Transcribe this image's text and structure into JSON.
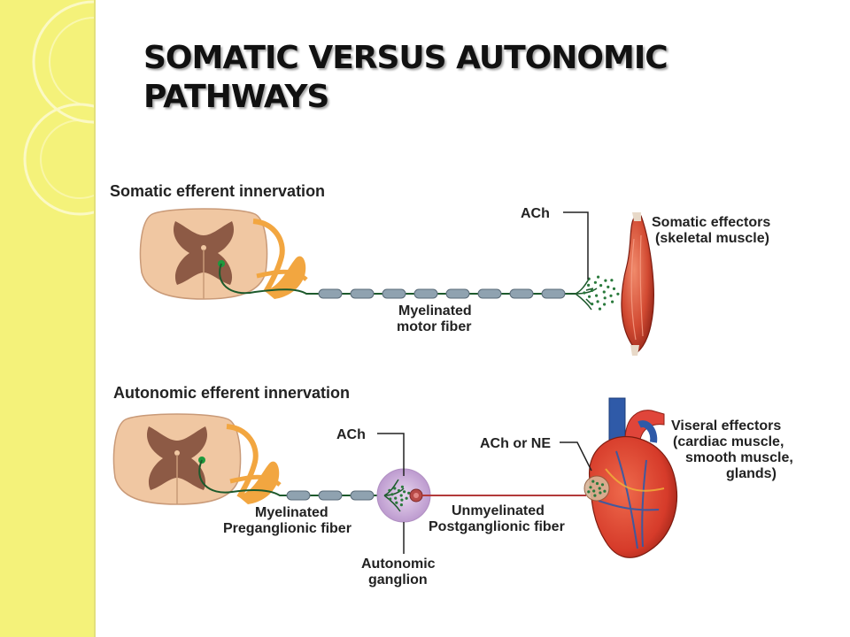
{
  "slide": {
    "title_line1": "SOMATIC VERSUS AUTONOMIC",
    "title_line2": "PATHWAYS"
  },
  "somatic": {
    "heading": "Somatic efferent innervation",
    "neurotransmitter": "ACh",
    "effector_line1": "Somatic effectors",
    "effector_line2": "(skeletal muscle)",
    "fiber_line1": "Myelinated",
    "fiber_line2": "motor fiber"
  },
  "autonomic": {
    "heading": "Autonomic efferent innervation",
    "ganglion_neurotransmitter": "ACh",
    "effector_neurotransmitter": "ACh or NE",
    "effector_line1": "Viseral effectors",
    "effector_line2": "(cardiac muscle,",
    "effector_line3": "smooth muscle,",
    "effector_line4": "glands)",
    "pre_line1": "Myelinated",
    "pre_line2": "Preganglionic fiber",
    "post_line1": "Unmyelinated",
    "post_line2": "Postganglionic fiber",
    "ganglion_line1": "Autonomic",
    "ganglion_line2": "ganglion"
  },
  "colors": {
    "sidebar": "#f4f27a",
    "spinal_gray": "#8d5a45",
    "spinal_white": "#f0c7a2",
    "nerve_root": "#f2a640",
    "axon": "#1d5a2c",
    "myelin": "#8fa2b0",
    "muscle": "#d24a32",
    "ganglion": "#cfb2dc",
    "heart": "#d63b2a",
    "vessel_blue": "#2f5aa8"
  }
}
